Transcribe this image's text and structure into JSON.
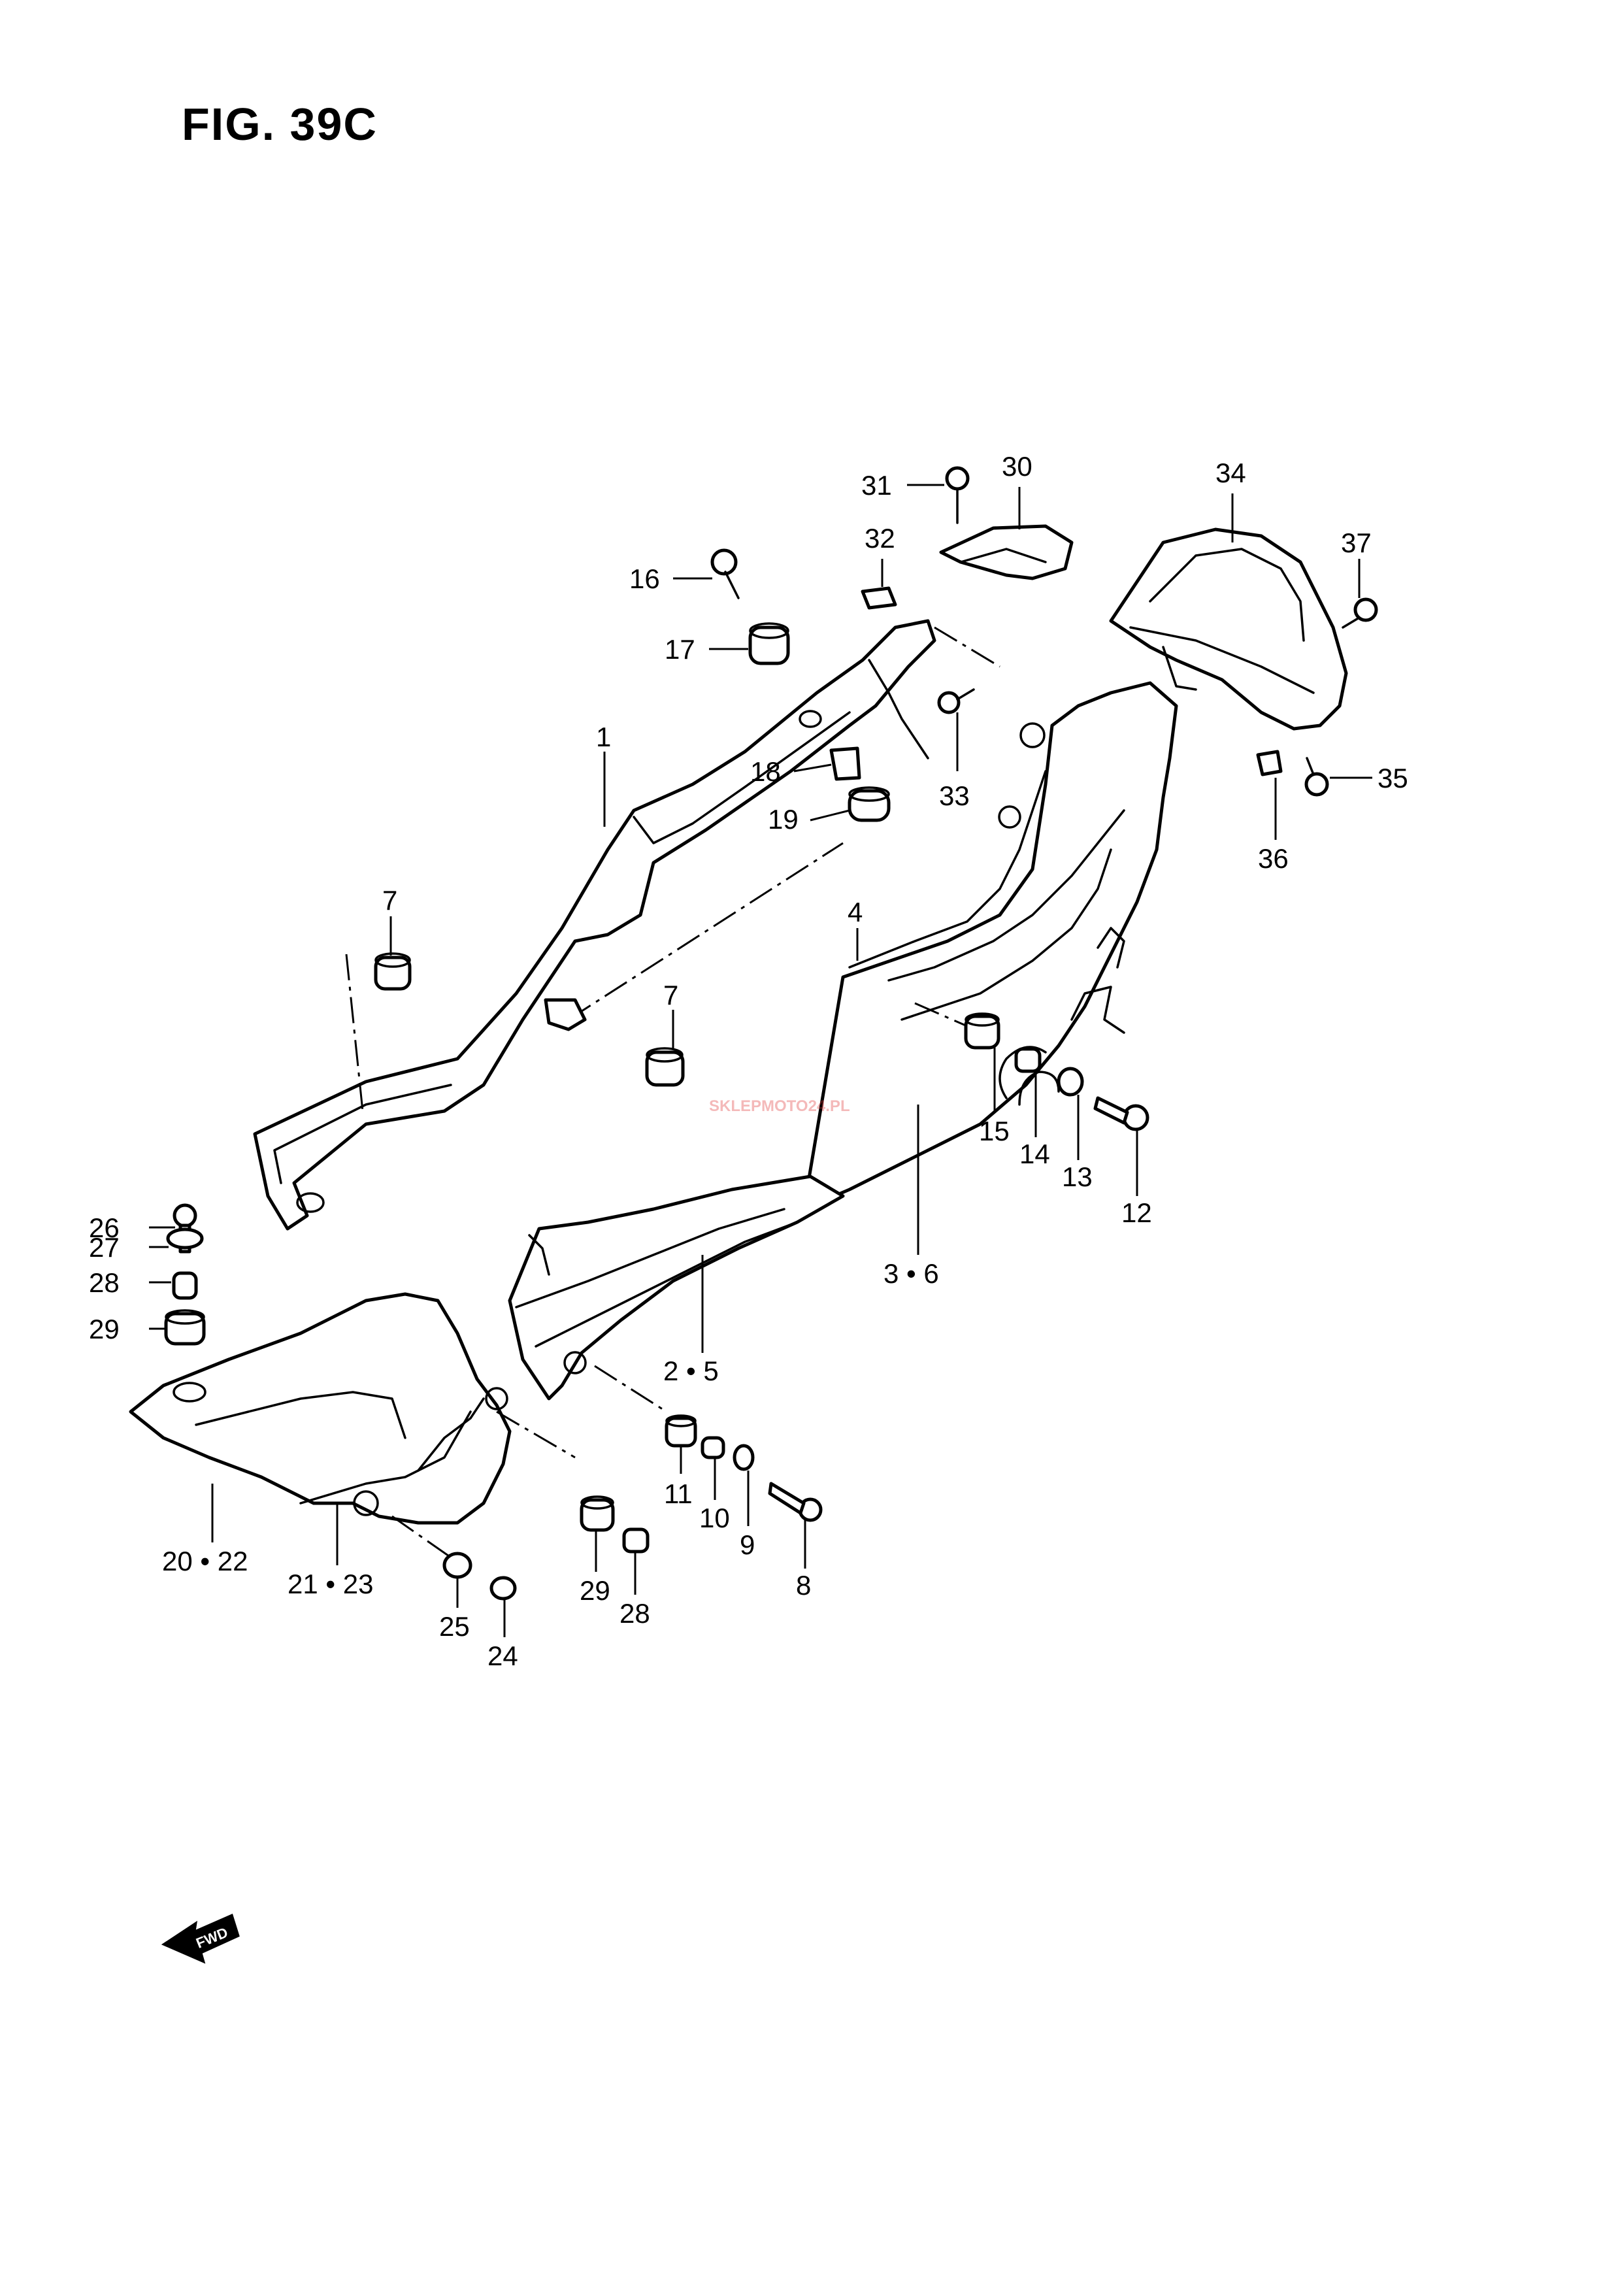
{
  "figure": {
    "title": "FIG. 39C"
  },
  "watermark": {
    "text": "SKLEPMOTO24.PL",
    "color": "#e23a3a"
  },
  "fwd_symbol": {
    "label": "FWD"
  },
  "callouts": [
    {
      "id": "c31",
      "text": "31"
    },
    {
      "id": "c30",
      "text": "30"
    },
    {
      "id": "c34",
      "text": "34"
    },
    {
      "id": "c37",
      "text": "37"
    },
    {
      "id": "c32",
      "text": "32"
    },
    {
      "id": "c16",
      "text": "16"
    },
    {
      "id": "c17",
      "text": "17"
    },
    {
      "id": "c33",
      "text": "33"
    },
    {
      "id": "c1",
      "text": "1"
    },
    {
      "id": "c18",
      "text": "18"
    },
    {
      "id": "c19",
      "text": "19"
    },
    {
      "id": "c35",
      "text": "35"
    },
    {
      "id": "c36",
      "text": "36"
    },
    {
      "id": "c7a",
      "text": "7"
    },
    {
      "id": "c4",
      "text": "4"
    },
    {
      "id": "c7b",
      "text": "7"
    },
    {
      "id": "c15",
      "text": "15"
    },
    {
      "id": "c14",
      "text": "14"
    },
    {
      "id": "c13",
      "text": "13"
    },
    {
      "id": "c12",
      "text": "12"
    },
    {
      "id": "c36b",
      "text": "3 • 6"
    },
    {
      "id": "c26",
      "text": "26"
    },
    {
      "id": "c27",
      "text": "27"
    },
    {
      "id": "c28a",
      "text": "28"
    },
    {
      "id": "c29a",
      "text": "29"
    },
    {
      "id": "c25b",
      "text": "2 • 5"
    },
    {
      "id": "c11",
      "text": "11"
    },
    {
      "id": "c10",
      "text": "10"
    },
    {
      "id": "c9",
      "text": "9"
    },
    {
      "id": "c8",
      "text": "8"
    },
    {
      "id": "c2022",
      "text": "20 • 22"
    },
    {
      "id": "c2123",
      "text": "21 • 23"
    },
    {
      "id": "c29b",
      "text": "29"
    },
    {
      "id": "c28b",
      "text": "28"
    },
    {
      "id": "c25",
      "text": "25"
    },
    {
      "id": "c24",
      "text": "24"
    }
  ]
}
